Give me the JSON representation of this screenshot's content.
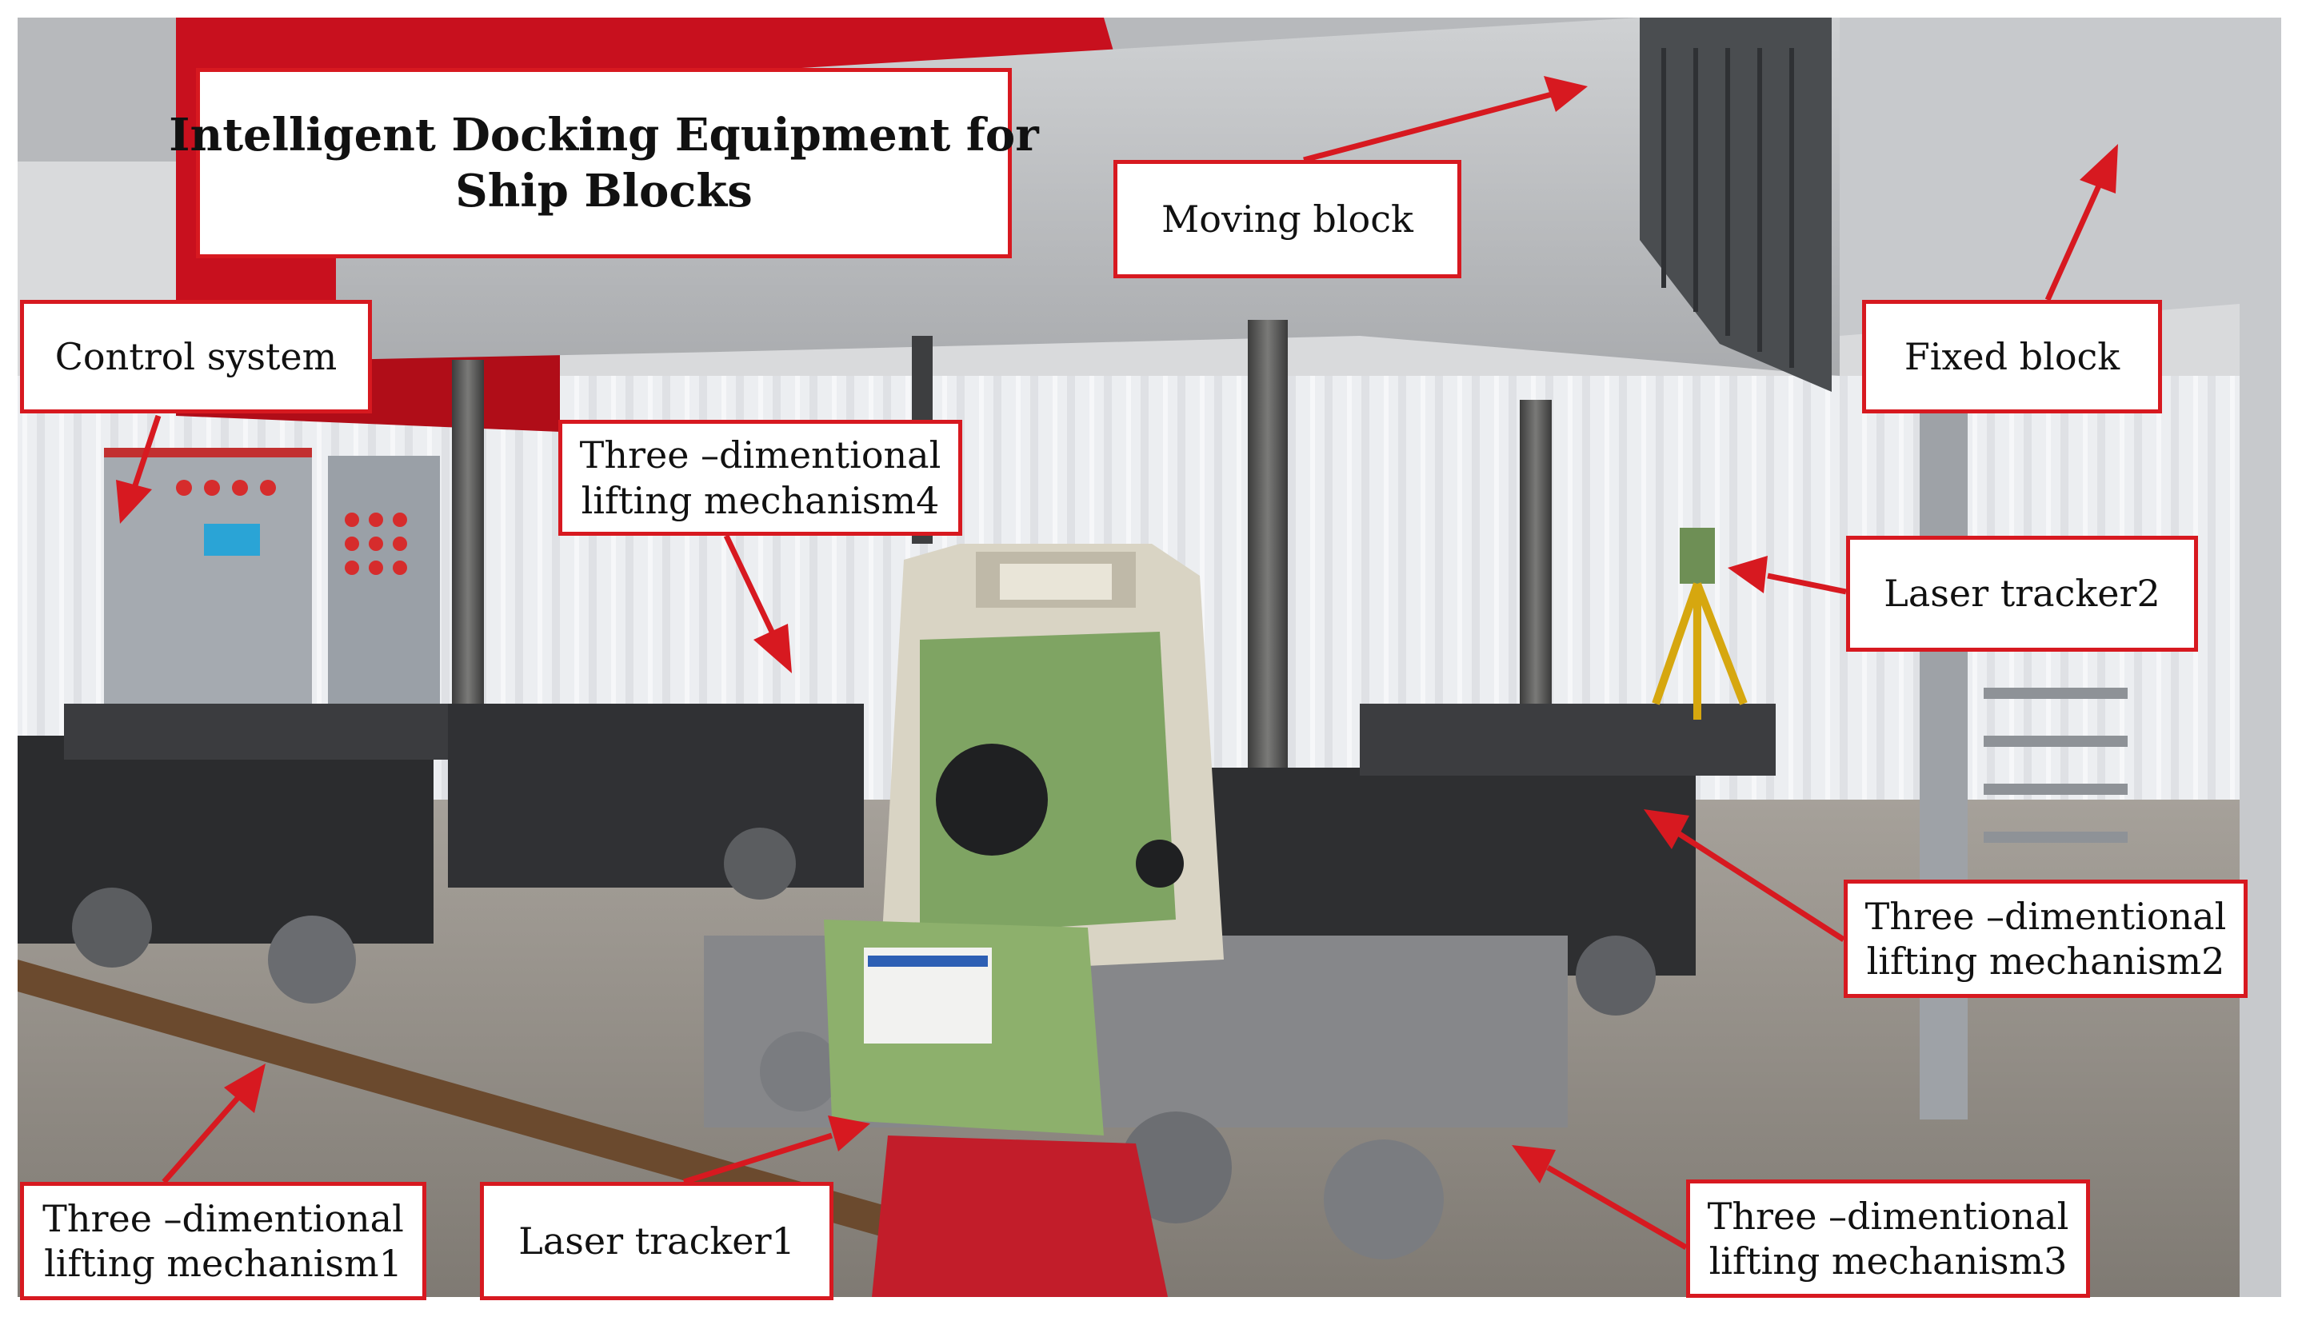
{
  "title": {
    "line1": "Intelligent Docking Equipment for",
    "line2": "Ship Blocks"
  },
  "labels": {
    "moving_block": "Moving block",
    "fixed_block": "Fixed block",
    "control_system": "Control system",
    "mechanism4": {
      "line1": "Three –dimentional",
      "line2": "lifting mechanism4"
    },
    "laser_tracker2": "Laser tracker2",
    "mechanism2": {
      "line1": "Three –dimentional",
      "line2": "lifting mechanism2"
    },
    "mechanism1": {
      "line1": "Three –dimentional",
      "line2": "lifting mechanism1"
    },
    "laser_tracker1": "Laser tracker1",
    "mechanism3": {
      "line1": "Three –dimentional",
      "line2": "lifting mechanism3"
    }
  },
  "colors": {
    "annotation_red": "#d71920",
    "canopy_red": "#c8101e",
    "block_grey": "#b8babd",
    "curtain_white": "#ecedef",
    "floor_grey": "#8f8a83",
    "machine_dark": "#2b2c2e",
    "instrument_green": "#7fa463",
    "instrument_cream": "#d9d4c4"
  }
}
